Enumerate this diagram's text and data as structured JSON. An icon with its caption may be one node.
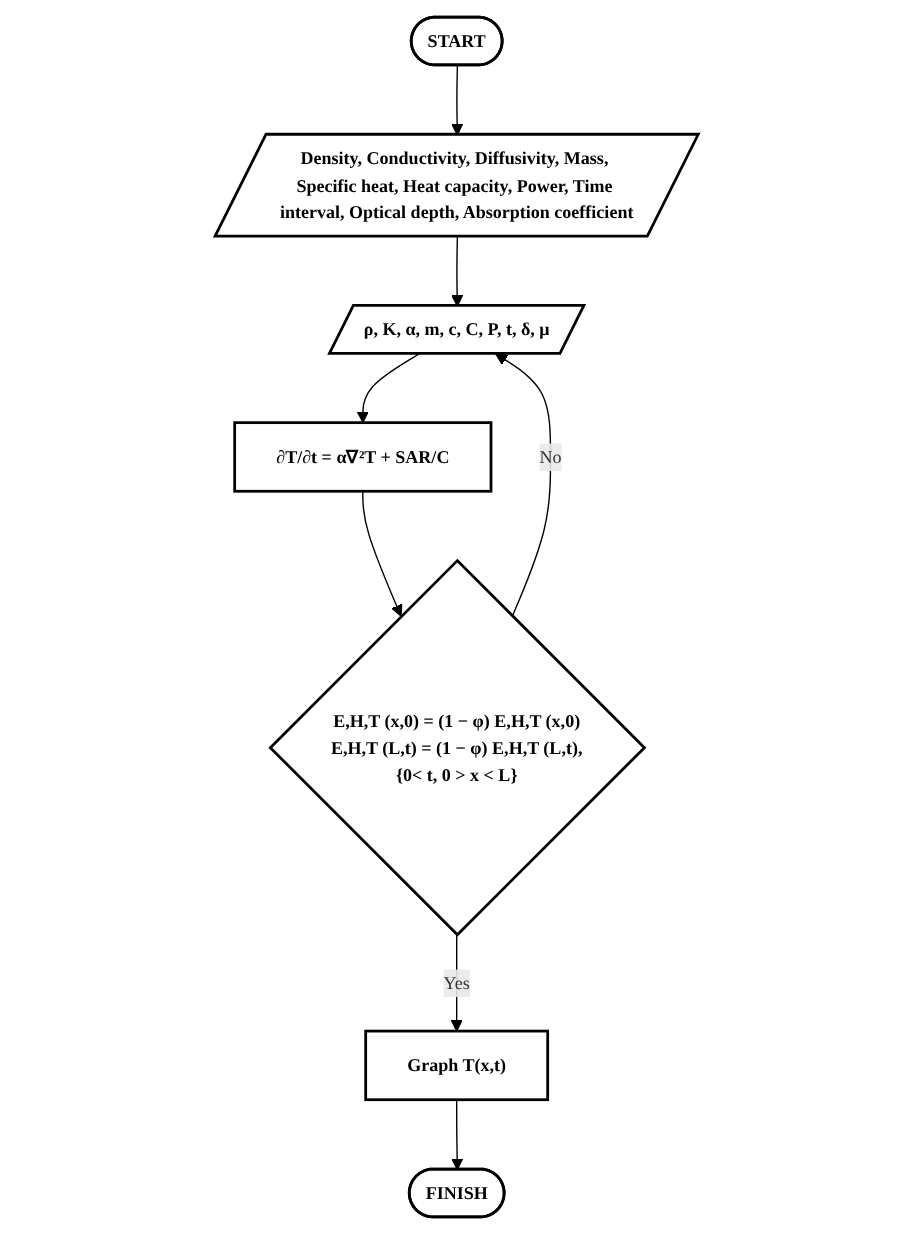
{
  "diagram": {
    "nodes": [
      {
        "text": [
          "START"
        ]
      },
      {
        "text": [
          "Density, Conductivity, Diffusivity, Mass, Specific heat, Heat capacity, Power, Time interval, Optical depth, Absorption coefficient"
        ]
      },
      {
        "text": [
          "ρ, K, α, m, c, C, P, t, δ, μ"
        ]
      },
      {
        "text": [
          "∂T/∂t = α∇²T + SAR/C"
        ]
      },
      {
        "text": [
          "E,H,T (x,0) = (1 − φ) E,H,T (x,0)",
          "E,H,T (L,t) = (1 − φ) E,H,T (L,t),",
          "{0< t, 0 > x < L}"
        ]
      },
      {
        "text": [
          "Graph T(x,t)"
        ]
      },
      {
        "text": [
          "FINISH"
        ]
      }
    ],
    "edges": [
      {
        "from": 0,
        "to": 1,
        "arrow": "to"
      },
      {
        "from": 1,
        "to": 2,
        "arrow": "to"
      },
      {
        "from": 2,
        "to": 3,
        "arrow": "to"
      },
      {
        "from": 3,
        "to": 4,
        "arrow": "to"
      },
      {
        "from": 4,
        "to": 5,
        "arrow": "to",
        "label": "Yes"
      },
      {
        "from": 5,
        "to": 6,
        "arrow": "to"
      },
      {
        "from": 4,
        "to": 2,
        "arrow": "to",
        "label": "No"
      }
    ]
  }
}
